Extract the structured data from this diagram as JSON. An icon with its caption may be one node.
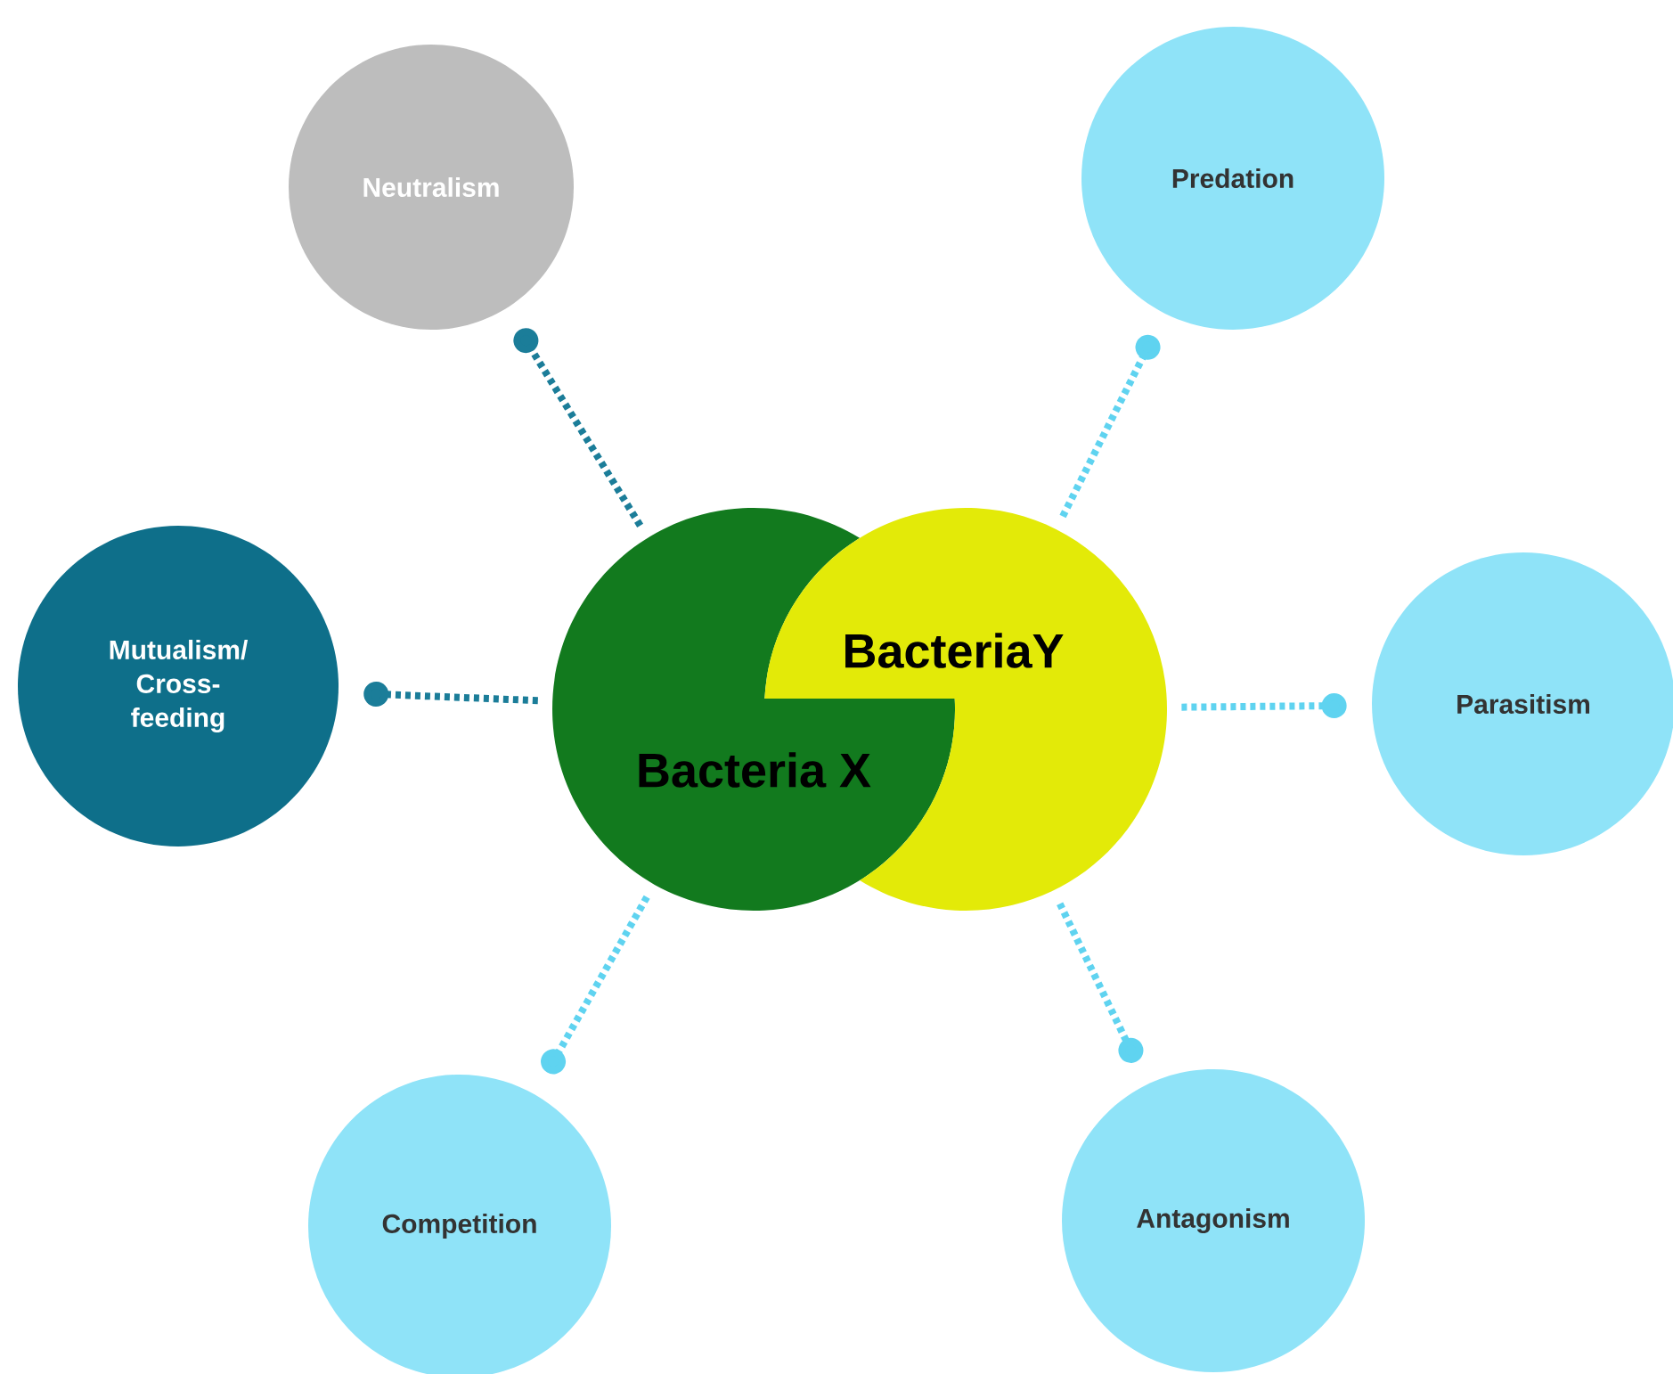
{
  "diagram": {
    "nodes": [
      {
        "text": [
          "Bacteria X"
        ]
      },
      {
        "text": [
          "BacteriaY"
        ]
      },
      {
        "text": [
          "Neutralism"
        ]
      },
      {
        "text": [
          "Predation"
        ]
      },
      {
        "text": [
          "Mutualism/ Cross-feeding"
        ]
      },
      {
        "text": [
          "Parasitism"
        ]
      },
      {
        "text": [
          "Competition"
        ]
      },
      {
        "text": [
          "Antagonism"
        ]
      }
    ],
    "edges": [
      {
        "from": 0,
        "to": 2,
        "arrow": "other",
        "color": "#1b7d99"
      },
      {
        "from": 1,
        "to": 3,
        "arrow": "other"
      },
      {
        "from": 0,
        "to": 4,
        "arrow": "other",
        "color": "#1b7d99"
      },
      {
        "from": 1,
        "to": 5,
        "arrow": "other"
      },
      {
        "from": 0,
        "to": 6,
        "arrow": "other"
      },
      {
        "from": 1,
        "to": 7,
        "arrow": "other"
      }
    ]
  }
}
